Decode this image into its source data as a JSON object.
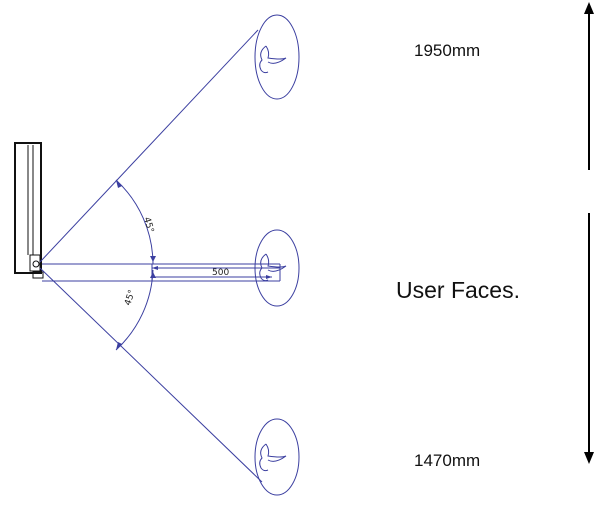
{
  "labels": {
    "top_height": "1950mm",
    "bottom_height": "1470mm",
    "caption": "User Faces.",
    "distance": "500",
    "upper_angle": "45°",
    "lower_angle": "45°"
  },
  "colors": {
    "line": "#3b3fa0",
    "text": "#111111",
    "arrow": "#000000"
  }
}
